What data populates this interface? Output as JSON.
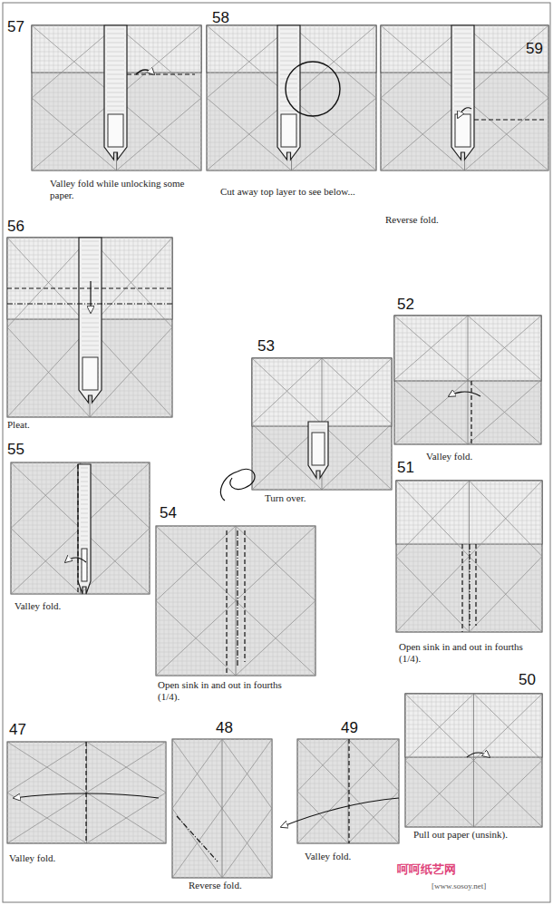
{
  "diagram": {
    "labels": [
      "57",
      "58",
      "59",
      "Valley fold while unlocking some paper.",
      "Cut away top layer to see below...",
      "Reverse fold.",
      "56",
      "Pleat.",
      "53",
      "52",
      "Turn over.",
      "Valley fold.",
      "55",
      "54",
      "51",
      "Valley fold.",
      "Open sink in and out in fourths (1/4).",
      "Open sink in and out in fourths (1/4).",
      "50",
      "47",
      "48",
      "49",
      "Pull out paper (unsink).",
      "Valley fold.",
      "Reverse fold.",
      "Valley fold.",
      "呵呵纸艺网",
      "[www.sosoy.net]"
    ]
  }
}
